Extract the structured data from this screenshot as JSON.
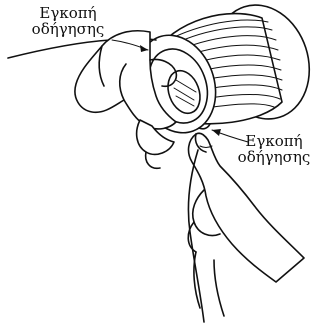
{
  "figure": {
    "callouts": [
      {
        "line1": "Εγκοπή",
        "line2": "οδήγησης"
      },
      {
        "line1": "Εγκοπή",
        "line2": "οδήγησης"
      }
    ]
  }
}
